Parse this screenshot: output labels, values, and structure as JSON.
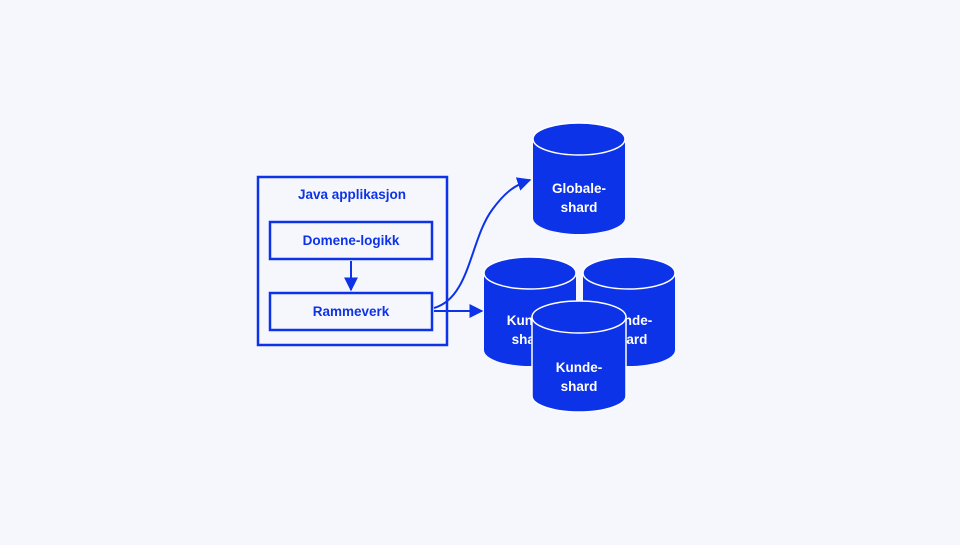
{
  "colors": {
    "background": "#f5f7fc",
    "primary": "#0d33e8",
    "text_on_primary": "#ffffff",
    "box_fill": "#f5f7fc"
  },
  "app": {
    "title": "Java applikasjon",
    "domain_logic": "Domene-logikk",
    "framework": "Rammeverk"
  },
  "databases": {
    "global": {
      "line1": "Globale-",
      "line2": "shard"
    },
    "customer_left": {
      "line1": "Kunde-",
      "line2": "shard"
    },
    "customer_right": {
      "line1": "Kunde-",
      "line2": "shard"
    },
    "customer_front": {
      "line1": "Kunde-",
      "line2": "shard"
    }
  }
}
